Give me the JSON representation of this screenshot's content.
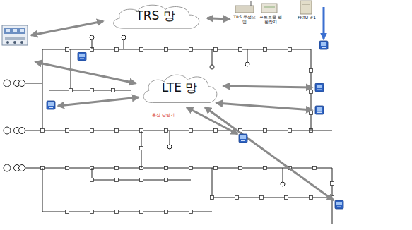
{
  "diagram": {
    "nodes": [
      {
        "text": [
          "TRS 망"
        ]
      },
      {
        "text": [
          "LTE 망"
        ]
      },
      {
        "text": [
          "TRS 무선모뎀"
        ]
      },
      {
        "text": [
          "프로토콜 변환장치"
        ]
      },
      {
        "text": [
          "FRTU #1"
        ]
      }
    ],
    "edges": [
      {
        "from": 0,
        "to": 2,
        "arrow": "both"
      }
    ],
    "labels": [
      "통신 단말기"
    ]
  }
}
